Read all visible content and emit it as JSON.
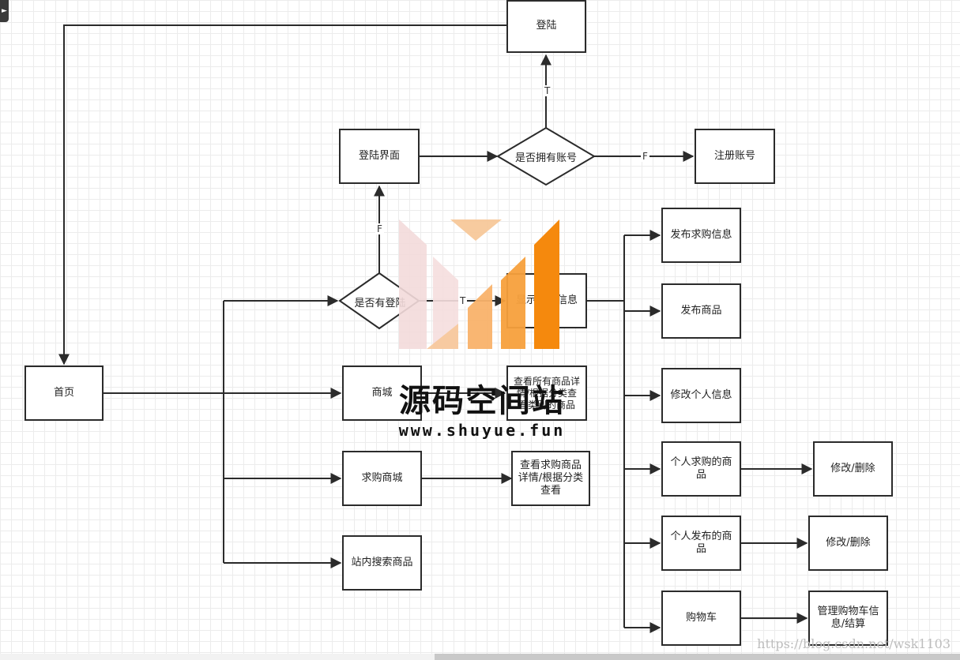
{
  "nodes": {
    "login": "登陆",
    "login_page": "登陆界面",
    "has_account": "是否拥有账号",
    "register": "注册账号",
    "is_logged_in": "是否有登陆",
    "show_info": "显示个人信息",
    "home": "首页",
    "mall": "商城",
    "view_all_goods": "查看所有商品详情/根据分类查看类别的商品",
    "wanted_mall": "求购商城",
    "view_wanted": "查看求购商品详情/根据分类查看",
    "site_search": "站内搜索商品",
    "publish_wanted": "发布求购信息",
    "publish_goods": "发布商品",
    "edit_profile": "修改个人信息",
    "my_wanted": "个人求购的商品",
    "edit_delete_1": "修改/删除",
    "my_published": "个人发布的商品",
    "edit_delete_2": "修改/删除",
    "cart": "购物车",
    "manage_cart": "管理购物车信息/结算"
  },
  "edge_labels": {
    "has_account_true": "T",
    "has_account_false": "F",
    "logged_in_false": "F",
    "logged_in_true": "T"
  },
  "watermark": {
    "title": "源码空间站",
    "url": "www.shuyue.fun",
    "source": "https://blog.csdn.net/wsk1103"
  },
  "colors": {
    "line": "#2b2b2b",
    "logo_orange": "#f5890d",
    "logo_light": "#f7c89a",
    "logo_pink": "#f3dada"
  }
}
